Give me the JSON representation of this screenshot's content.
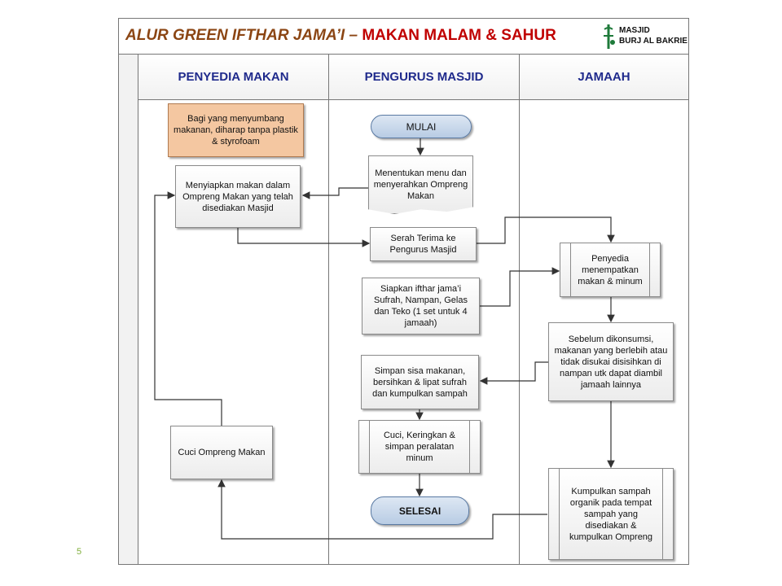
{
  "title": {
    "part1": "ALUR GREEN IFTHAR JAMA’I – ",
    "part2": "MAKAN MALAM & SAHUR"
  },
  "logo": {
    "line1": "MASJID",
    "line2": "BURJ AL BAKRIE",
    "icon": "mosque-logo-icon",
    "color": "#1e7a3a"
  },
  "lanes": [
    "PENYEDIA MAKAN",
    "PENGURUS MASJID",
    "JAMAAH"
  ],
  "colors": {
    "lane_title": "#1f2a8c",
    "title_brown": "#8B4513",
    "title_red": "#c00000",
    "note_fill": "#f4c7a1",
    "terminator_fill": "#b8cce4"
  },
  "nodes": {
    "note": "Bagi yang menyumbang makanan, diharap tanpa plastik & styrofoam",
    "mulai": "MULAI",
    "menentukan": "Menentukan menu dan menyerahkan Ompreng Makan",
    "menyiapkan": "Menyiapkan makan dalam Ompreng Makan yang telah disediakan Masjid",
    "serah": "Serah Terima ke Pengurus Masjid",
    "penyedia": "Penyedia menempatkan makan & minum",
    "siapkan": "Siapkan ifthar jama’i Sufrah, Nampan, Gelas dan Teko (1 set untuk 4 jamaah)",
    "sebelum": "Sebelum dikonsumsi, makanan yang berlebih atau tidak disukai disisihkan di nampan utk dapat diambil jamaah lainnya",
    "simpan": "Simpan sisa makanan, bersihkan & lipat sufrah dan kumpulkan sampah",
    "cuci_keringkan": "Cuci, Keringkan & simpan peralatan minum",
    "cuci_ompreng": "Cuci Ompreng Makan",
    "selesai": "SELESAI",
    "kumpulkan": "Kumpulkan sampah organik pada tempat sampah yang disediakan & kumpulkan Ompreng"
  },
  "page_number": "5"
}
